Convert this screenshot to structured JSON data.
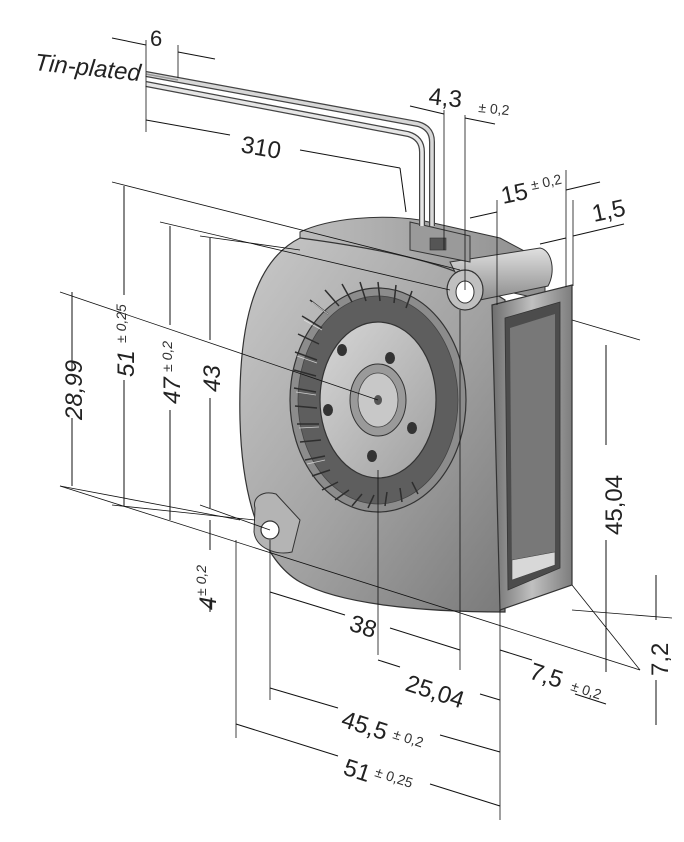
{
  "labels": {
    "tin_plated": "Tin-plated",
    "lead_tip": "6",
    "lead_length": "310",
    "outlet_offset": "4,3",
    "outlet_offset_tol": "± 0,2",
    "depth": "15",
    "depth_tol": "± 0,2",
    "flange": "1,5",
    "outlet_height": "45,04",
    "bottom_offset": "7,2",
    "side_offset": "7,5",
    "side_offset_tol": "± 0,2",
    "height_total": "51",
    "height_total_tol": "± 0,25",
    "height_holes": "47",
    "height_holes_tol": "± 0,2",
    "height_body": "43",
    "center_height": "28,99",
    "hole_offset": "4",
    "hole_offset_tol": "± 0,2",
    "center_x": "38",
    "outlet_x": "25,04",
    "width_holes": "45,5",
    "width_holes_tol": "± 0,2",
    "width_total": "51",
    "width_total_tol": "± 0,25"
  },
  "colors": {
    "housing": "#a9a9a9",
    "housing_dark": "#7d7d7d",
    "housing_light": "#d2d2d2",
    "line": "#111111"
  }
}
